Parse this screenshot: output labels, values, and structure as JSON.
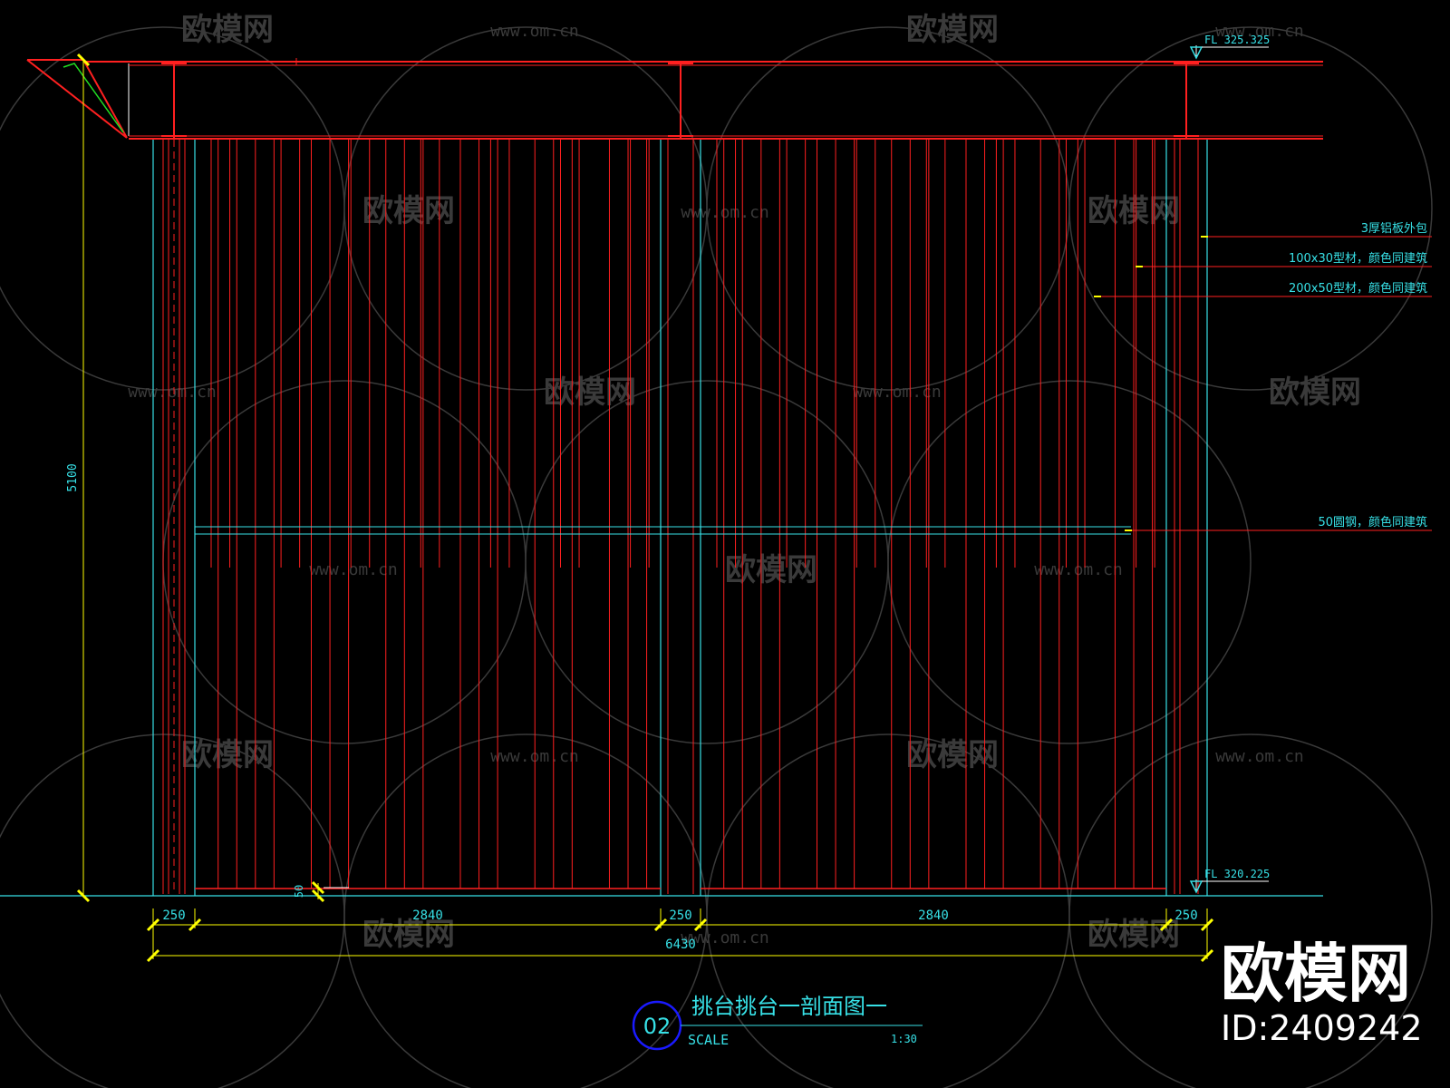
{
  "colors": {
    "background": "#000000",
    "red": "#ff2020",
    "dim_red": "#c81818",
    "cyan": "#37e0e6",
    "yellow": "#ffff00",
    "green": "#22dd22",
    "white": "#ffffff",
    "blue": "#1a1aff",
    "watermark": "#3a3a3a"
  },
  "levels": {
    "top": "FL 325.325",
    "bottom": "FL 320.225"
  },
  "dimensions": {
    "height": "5100",
    "gap": "50",
    "segments": [
      "250",
      "2840",
      "250",
      "2840",
      "250"
    ],
    "total": "6430"
  },
  "annotations": [
    "3厚铝板外包",
    "100x30型材，颜色同建筑",
    "200x50型材，颜色同建筑",
    "50圆钢，颜色同建筑"
  ],
  "title_block": {
    "number": "02",
    "title": "挑台挑台一剖面图一",
    "scale_label": "SCALE",
    "scale_value": "1:30"
  },
  "brand": {
    "logo_text": "欧模网",
    "id_text": "ID:2409242"
  },
  "watermarks": {
    "logo_text": "欧模网",
    "url_text": "www.om.cn"
  }
}
